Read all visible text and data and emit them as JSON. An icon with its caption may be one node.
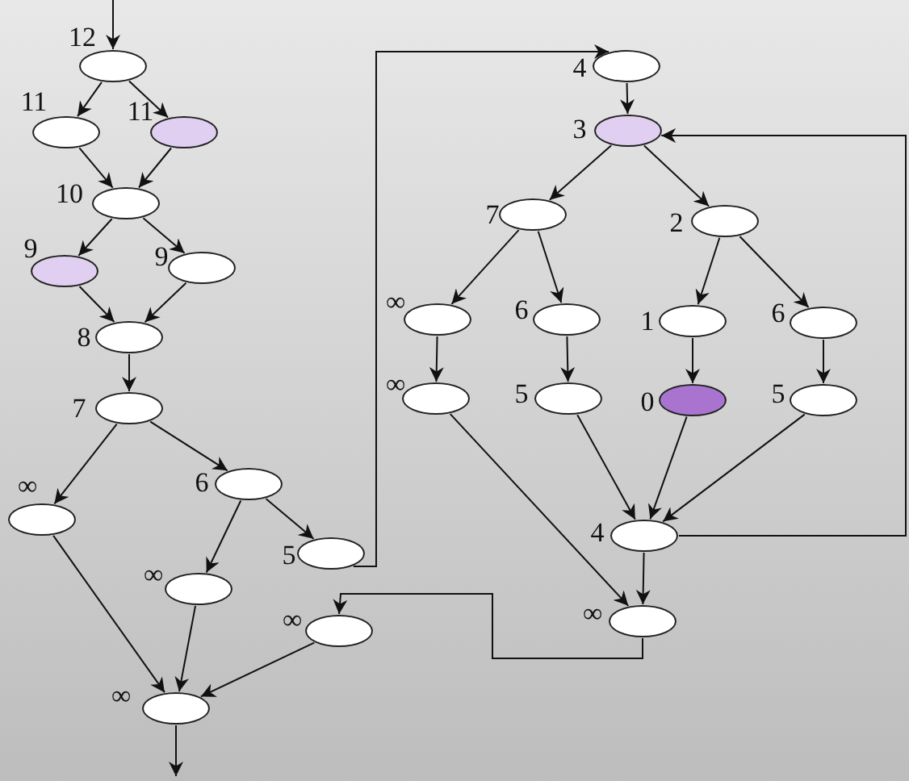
{
  "diagram": {
    "nodes": [
      {
        "text": [],
        "shape": "ellipse",
        "beside": [
          "12"
        ]
      },
      {
        "text": [],
        "shape": "ellipse",
        "beside": [
          "11"
        ]
      },
      {
        "text": [],
        "shape": "ellipse",
        "beside": [
          "11"
        ]
      },
      {
        "text": [],
        "shape": "ellipse",
        "beside": [
          "10"
        ]
      },
      {
        "text": [],
        "shape": "ellipse",
        "beside": [
          "9"
        ]
      },
      {
        "text": [],
        "shape": "ellipse",
        "beside": [
          "9"
        ]
      },
      {
        "text": [],
        "shape": "ellipse",
        "beside": [
          "8"
        ]
      },
      {
        "text": [],
        "shape": "ellipse",
        "beside": [
          "7"
        ]
      },
      {
        "text": [],
        "shape": "ellipse",
        "beside": [
          "∞"
        ]
      },
      {
        "text": [],
        "shape": "ellipse",
        "beside": [
          "6"
        ]
      },
      {
        "text": [],
        "shape": "ellipse",
        "beside": [
          "5"
        ]
      },
      {
        "text": [],
        "shape": "ellipse",
        "beside": [
          "∞"
        ]
      },
      {
        "text": [],
        "shape": "ellipse",
        "beside": [
          "∞"
        ]
      },
      {
        "text": [],
        "shape": "ellipse",
        "beside": [
          "∞"
        ]
      },
      {
        "text": [],
        "shape": "ellipse",
        "beside": [
          "4"
        ]
      },
      {
        "text": [],
        "shape": "ellipse",
        "beside": [
          "3"
        ]
      },
      {
        "text": [],
        "shape": "ellipse",
        "beside": [
          "7"
        ]
      },
      {
        "text": [],
        "shape": "ellipse",
        "beside": [
          "2"
        ]
      },
      {
        "text": [],
        "shape": "ellipse",
        "beside": [
          "∞"
        ]
      },
      {
        "text": [],
        "shape": "ellipse",
        "beside": [
          "6"
        ]
      },
      {
        "text": [],
        "shape": "ellipse",
        "beside": [
          "1"
        ]
      },
      {
        "text": [],
        "shape": "ellipse",
        "beside": [
          "6"
        ]
      },
      {
        "text": [],
        "shape": "ellipse",
        "beside": [
          "∞"
        ]
      },
      {
        "text": [],
        "shape": "ellipse",
        "beside": [
          "5"
        ]
      },
      {
        "text": [],
        "shape": "ellipse",
        "beside": [
          "0"
        ]
      },
      {
        "text": [],
        "shape": "ellipse",
        "beside": [
          "5"
        ]
      },
      {
        "text": [],
        "shape": "ellipse",
        "beside": [
          "4"
        ]
      },
      {
        "text": [],
        "shape": "ellipse",
        "beside": [
          "∞"
        ]
      }
    ],
    "edges": [
      {
        "from": null,
        "to": 0,
        "arrow": "to"
      },
      {
        "from": 0,
        "to": 1,
        "arrow": "to"
      },
      {
        "from": 0,
        "to": 2,
        "arrow": "to"
      },
      {
        "from": 1,
        "to": 3,
        "arrow": "to"
      },
      {
        "from": 2,
        "to": 3,
        "arrow": "to"
      },
      {
        "from": 3,
        "to": 4,
        "arrow": "to"
      },
      {
        "from": 3,
        "to": 5,
        "arrow": "to"
      },
      {
        "from": 4,
        "to": 6,
        "arrow": "to"
      },
      {
        "from": 5,
        "to": 6,
        "arrow": "to"
      },
      {
        "from": 6,
        "to": 7,
        "arrow": "to"
      },
      {
        "from": 7,
        "to": 8,
        "arrow": "to"
      },
      {
        "from": 7,
        "to": 9,
        "arrow": "to"
      },
      {
        "from": 9,
        "to": 10,
        "arrow": "to"
      },
      {
        "from": 9,
        "to": 11,
        "arrow": "to"
      },
      {
        "from": 8,
        "to": 13,
        "arrow": "to"
      },
      {
        "from": 11,
        "to": 13,
        "arrow": "to"
      },
      {
        "from": 12,
        "to": 13,
        "arrow": "to"
      },
      {
        "from": 13,
        "to": null,
        "arrow": "to"
      },
      {
        "from": 10,
        "to": 14,
        "arrow": "to"
      },
      {
        "from": 14,
        "to": 15,
        "arrow": "to"
      },
      {
        "from": 15,
        "to": 16,
        "arrow": "to"
      },
      {
        "from": 15,
        "to": 17,
        "arrow": "to"
      },
      {
        "from": 16,
        "to": 18,
        "arrow": "to"
      },
      {
        "from": 16,
        "to": 19,
        "arrow": "to"
      },
      {
        "from": 17,
        "to": 20,
        "arrow": "to"
      },
      {
        "from": 17,
        "to": 21,
        "arrow": "to"
      },
      {
        "from": 18,
        "to": 22,
        "arrow": "to"
      },
      {
        "from": 19,
        "to": 23,
        "arrow": "to"
      },
      {
        "from": 20,
        "to": 24,
        "arrow": "to"
      },
      {
        "from": 21,
        "to": 25,
        "arrow": "to"
      },
      {
        "from": 23,
        "to": 26,
        "arrow": "to"
      },
      {
        "from": 24,
        "to": 26,
        "arrow": "to"
      },
      {
        "from": 25,
        "to": 26,
        "arrow": "to"
      },
      {
        "from": 22,
        "to": 27,
        "arrow": "to"
      },
      {
        "from": 26,
        "to": 27,
        "arrow": "to"
      },
      {
        "from": 26,
        "to": 15,
        "arrow": "to"
      },
      {
        "from": 27,
        "to": 12,
        "arrow": "to"
      }
    ]
  }
}
